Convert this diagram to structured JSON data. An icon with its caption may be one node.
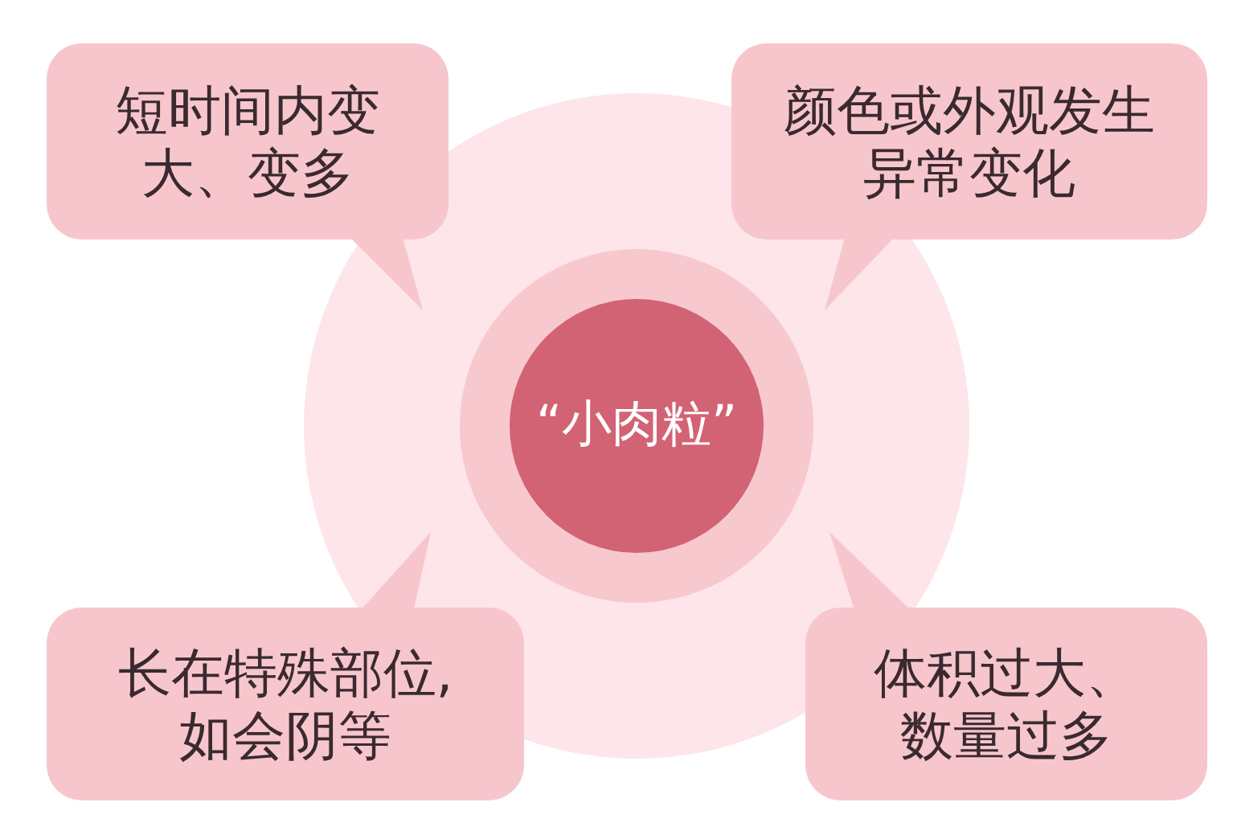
{
  "diagram": {
    "nodes": [
      {
        "text": [
          "短时间内变大、变多"
        ]
      },
      {
        "text": [
          "颜色或外观发生异常变化"
        ]
      },
      {
        "text": [
          "“小肉粒”"
        ]
      },
      {
        "text": [
          "长在特殊部位,如会阴等"
        ]
      },
      {
        "text": [
          "体积过大、数量过多"
        ]
      }
    ]
  }
}
